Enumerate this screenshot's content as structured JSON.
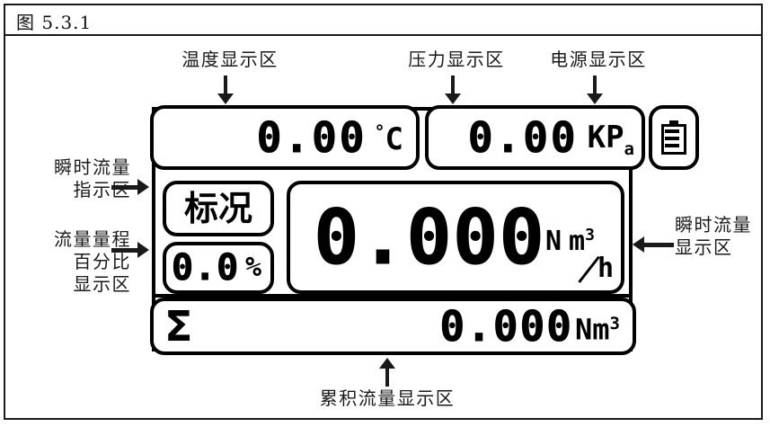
{
  "figure": {
    "caption": "图 5.3.1"
  },
  "annotations": {
    "temperature_area": "温度显示区",
    "pressure_area": "压力显示区",
    "power_area": "电源显示区",
    "instant_flow_indicator_area": "瞬时流量\n指示区",
    "instant_flow_indicator_line1": "瞬时流量",
    "instant_flow_indicator_line2": "指示区",
    "flow_range_percent_line1": "流量量程",
    "flow_range_percent_line2": "百分比",
    "flow_range_percent_line3": "显示区",
    "instant_flow_display_line1": "瞬时流量",
    "instant_flow_display_line2": "显示区",
    "totalizer_area": "累积流量显示区"
  },
  "lcd": {
    "temperature": {
      "value": "0.00",
      "unit_degree": "°",
      "unit_letter": "C"
    },
    "pressure": {
      "value": "0.00",
      "unit_main": "KP",
      "unit_sub": "a"
    },
    "power": {
      "icon": "battery-icon"
    },
    "condition": {
      "value": "标况"
    },
    "percent": {
      "value": "0.0",
      "unit": "%"
    },
    "instant_flow": {
      "value": "0.000",
      "unit_n": "N",
      "unit_m": "m",
      "unit_exp": "3",
      "unit_denominator": "h"
    },
    "totalizer": {
      "symbol": "Σ",
      "value": "0.000",
      "unit_n": "N",
      "unit_m": "m",
      "unit_exp": "3"
    }
  },
  "colors": {
    "ink": "#000000",
    "frame": "#1a1a1a",
    "background": "#ffffff"
  }
}
